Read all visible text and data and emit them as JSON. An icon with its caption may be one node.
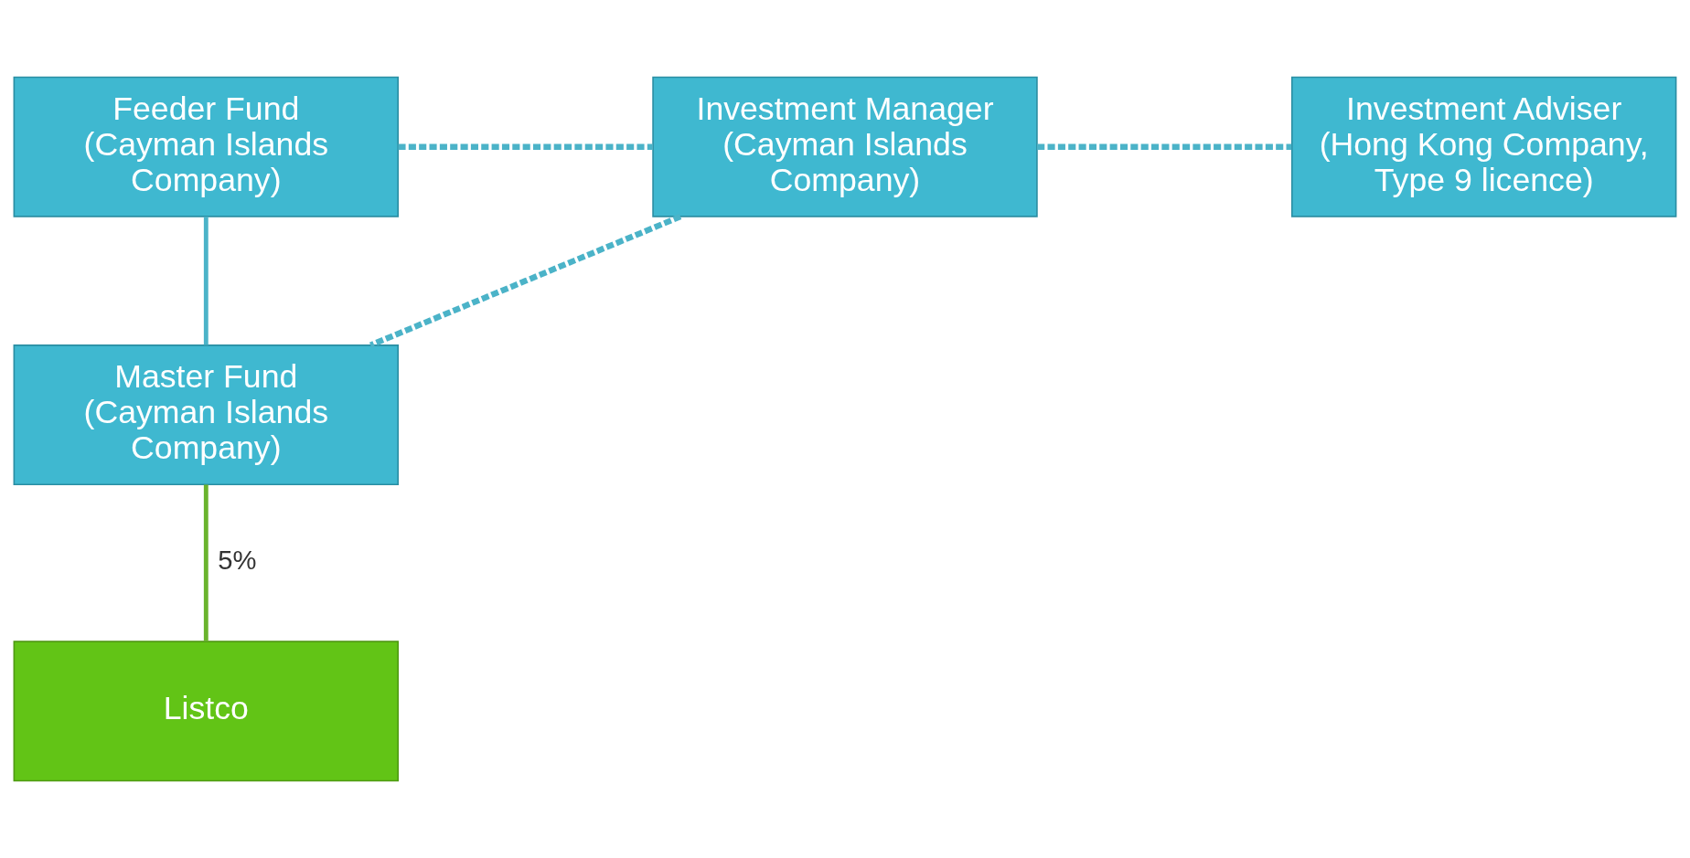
{
  "diagram": {
    "nodes": [
      {
        "text": [
          "Feeder Fund",
          "(Cayman Islands Company)"
        ]
      },
      {
        "text": [
          "Investment Manager",
          "(Cayman Islands Company)"
        ]
      },
      {
        "text": [
          "Investment Adviser",
          "(Hong Kong Company, Type 9 licence)"
        ]
      },
      {
        "text": [
          "Master Fund",
          "(Cayman Islands Company)"
        ]
      },
      {
        "text": [
          "Listco"
        ]
      }
    ],
    "edges": [
      {
        "from": 0,
        "to": 1,
        "arrow": "none",
        "style": "dashed"
      },
      {
        "from": 1,
        "to": 2,
        "arrow": "none",
        "style": "dashed"
      },
      {
        "from": 0,
        "to": 3,
        "arrow": "none"
      },
      {
        "from": 1,
        "to": 3,
        "arrow": "none",
        "style": "dashed"
      },
      {
        "from": 3,
        "to": 4,
        "arrow": "none",
        "label": "5%",
        "color": "#6ab42d"
      }
    ]
  }
}
